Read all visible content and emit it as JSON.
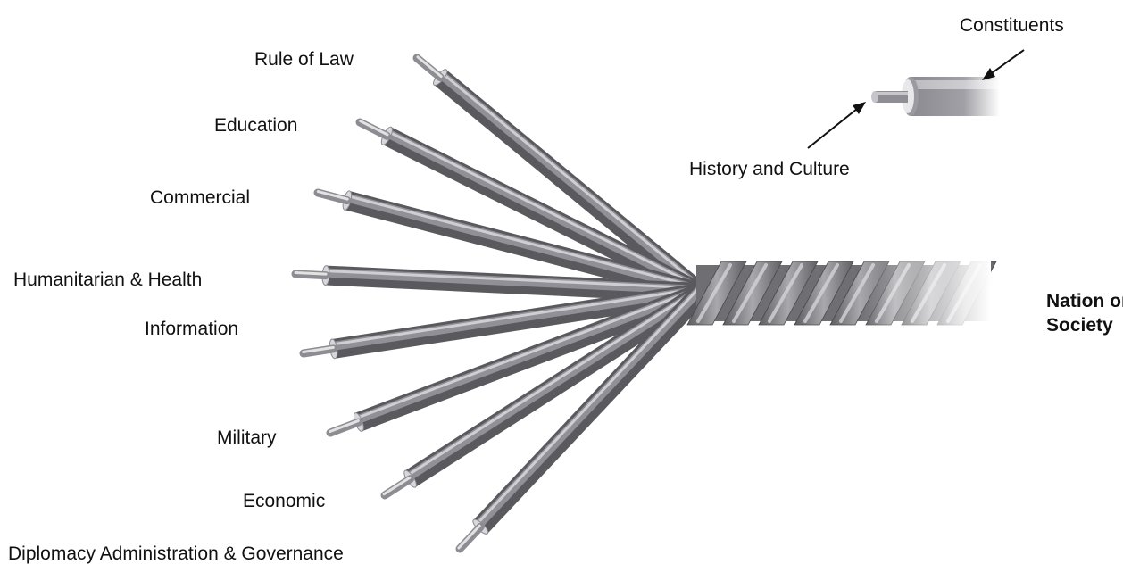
{
  "labels": {
    "rule_of_law": "Rule of Law",
    "education": "Education",
    "commercial": "Commercial",
    "humanitarian_health": "Humanitarian & Health",
    "information": "Information",
    "military": "Military",
    "economic": "Economic",
    "diplomacy": "Diplomacy Administration & Governance",
    "constituents": "Constituents",
    "history_culture": "History and Culture",
    "nation_line1": "Nation or",
    "nation_line2": "Society"
  },
  "colors": {
    "wire_dark": "#5a5a5e",
    "wire_mid": "#909096",
    "wire_light": "#cfcfd3",
    "core": "#e2e2e2",
    "text": "#111111"
  }
}
